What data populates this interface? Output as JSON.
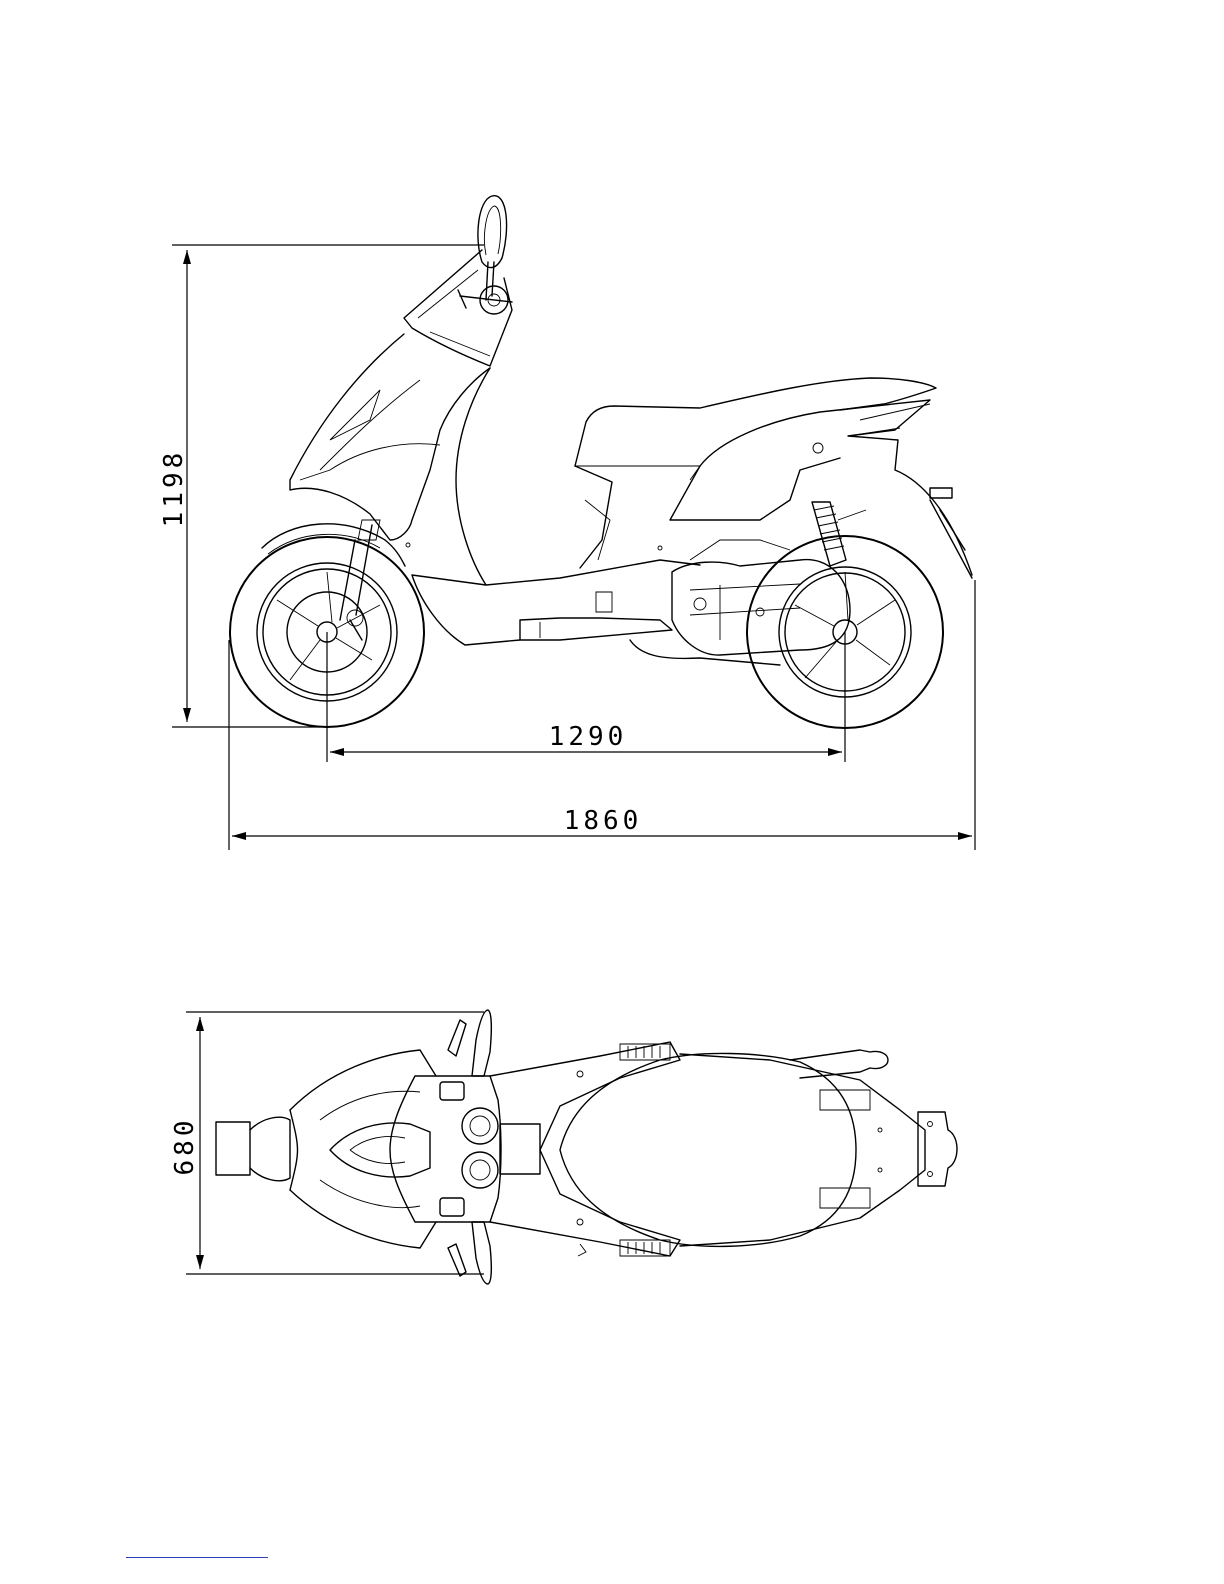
{
  "dimensions": {
    "overall_height": "1198",
    "wheelbase": "1290",
    "overall_length": "1860",
    "overall_width": "680"
  },
  "views": [
    "side",
    "top"
  ],
  "colors": {
    "line": "#000000",
    "background": "#ffffff",
    "footer_rule": "#2b3fbf"
  }
}
